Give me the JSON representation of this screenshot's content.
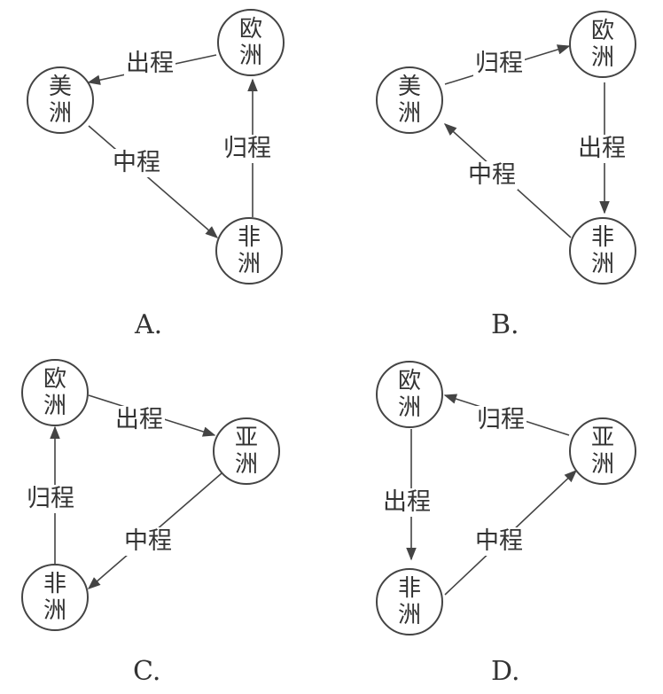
{
  "panels": [
    {
      "label": "A.",
      "nodes": [
        {
          "line1": "美",
          "line2": "洲"
        },
        {
          "line1": "欧",
          "line2": "洲"
        },
        {
          "line1": "非",
          "line2": "洲"
        }
      ],
      "edges": [
        "出程",
        "中程",
        "归程"
      ]
    },
    {
      "label": "B.",
      "nodes": [
        {
          "line1": "美",
          "line2": "洲"
        },
        {
          "line1": "欧",
          "line2": "洲"
        },
        {
          "line1": "非",
          "line2": "洲"
        }
      ],
      "edges": [
        "归程",
        "出程",
        "中程"
      ]
    },
    {
      "label": "C.",
      "nodes": [
        {
          "line1": "欧",
          "line2": "洲"
        },
        {
          "line1": "亚",
          "line2": "洲"
        },
        {
          "line1": "非",
          "line2": "洲"
        }
      ],
      "edges": [
        "出程",
        "中程",
        "归程"
      ]
    },
    {
      "label": "D.",
      "nodes": [
        {
          "line1": "欧",
          "line2": "洲"
        },
        {
          "line1": "亚",
          "line2": "洲"
        },
        {
          "line1": "非",
          "line2": "洲"
        }
      ],
      "edges": [
        "归程",
        "出程",
        "中程"
      ]
    }
  ]
}
